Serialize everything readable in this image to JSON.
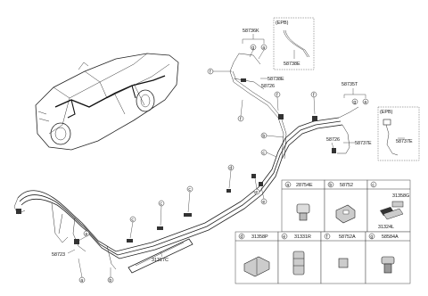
{
  "part_labels": {
    "p58736K": "58736K",
    "p58738E": "58738E",
    "p58738E_b": "58738E",
    "p58726_top": "58726",
    "p58735T": "58735T",
    "p58726_mid": "58726",
    "p58737E": "58737E",
    "p58737E_b": "58737E",
    "p58723": "58723",
    "p31317C": "31317C"
  },
  "epb_labels": {
    "left": "(EPB)",
    "right": "(EPB)"
  },
  "callout_letters": [
    "a",
    "b",
    "c",
    "d",
    "e",
    "f",
    "g"
  ],
  "legend": {
    "cells": [
      {
        "letter": "a",
        "part": "28754E"
      },
      {
        "letter": "b",
        "part": "58752"
      },
      {
        "letter": "c",
        "part": "31358G",
        "part2": "31324L"
      },
      {
        "letter": "d",
        "part": "31358P"
      },
      {
        "letter": "e",
        "part": "31331R"
      },
      {
        "letter": "f",
        "part": "58752A"
      },
      {
        "letter": "g",
        "part": "58584A"
      }
    ]
  }
}
